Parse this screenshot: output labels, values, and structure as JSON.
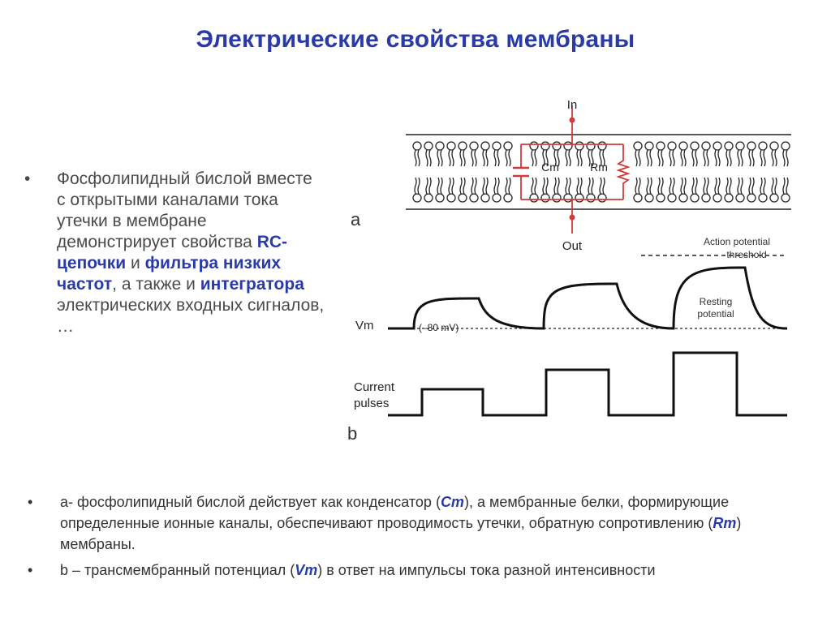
{
  "title": "Электрические свойства мембраны",
  "left": {
    "bullet": "•",
    "t1": "Фосфолипидный бислой вместе с открытыми каналами тока утечки в мембране демонстрирует свойства ",
    "h1": "RC-цепочки",
    "t2": " и ",
    "h2": "фильтра низких частот",
    "t3": ", а также и ",
    "h3": "интегратора",
    "t4": " электрических входных сигналов, …"
  },
  "diagram": {
    "label_in": "In",
    "label_out": "Out",
    "label_cm": "Cm",
    "label_rm": "Rm",
    "label_a": "a",
    "label_b": "b",
    "label_vm": "Vm",
    "label_mv": "(–80 mV)",
    "label_threshold_1": "Action potential",
    "label_threshold_2": "threshold",
    "label_resting_1": "Resting",
    "label_resting_2": "potential",
    "label_current_1": "Current",
    "label_current_2": "pulses",
    "circuit_color": "#d23a3a"
  },
  "bottom": {
    "b1": {
      "bullet": "•",
      "t1": "a- фосфолипидный бислой действует как конденсатор (",
      "h1": "Cm",
      "t2": "), а мембранные белки, формирующие определенные ионные каналы, обеспечивают проводимость утечки, обратную сопротивлению (",
      "h2": "Rm",
      "t3": ") мембраны."
    },
    "b2": {
      "bullet": "•",
      "t1": "b – трансмембранный потенциал (",
      "h1": "Vm",
      "t2": ") в ответ на импульсы тока разной интенсивности"
    }
  }
}
